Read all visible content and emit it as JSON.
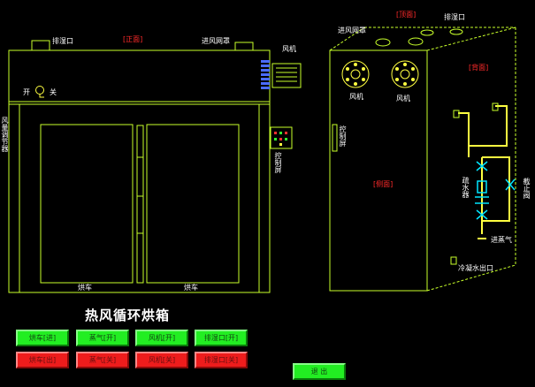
{
  "title": "热风循环烘箱",
  "front": {
    "view_label": "[正面]",
    "exhaust_label": "排湿口",
    "air_intake_label": "进风网罩",
    "fan_label": "风机",
    "switch_on": "开",
    "switch_off": "关",
    "adjuster_label": "风量调节器",
    "control_panel_label": "控制屏",
    "cart_left": "烘车",
    "cart_right": "烘车"
  },
  "side": {
    "air_intake_label": "进风网罩",
    "exhaust_label": "排湿口",
    "top_label": "[顶面]",
    "back_label": "[背面]",
    "side_label": "[侧面]",
    "fan1_label": "风机",
    "fan2_label": "风机",
    "control_panel_label": "控制屏",
    "trap_label": "疏水器",
    "stop_valve_label": "截止阀",
    "steam_inlet_label": "进蒸气",
    "condensate_label": "冷凝水出口"
  },
  "buttons_on": [
    {
      "label": "烘车[进]",
      "state": "on"
    },
    {
      "label": "蒸气[开]",
      "state": "on"
    },
    {
      "label": "风机[开]",
      "state": "on"
    },
    {
      "label": "排湿口[开]",
      "state": "on"
    }
  ],
  "buttons_off": [
    {
      "label": "烘车[出]",
      "state": "off"
    },
    {
      "label": "蒸气[关]",
      "state": "off"
    },
    {
      "label": "风机[关]",
      "state": "off"
    },
    {
      "label": "排湿口[关]",
      "state": "off"
    }
  ],
  "exit_button": {
    "label": "退 出"
  },
  "colors": {
    "outline": "#c8ff2a",
    "pipe": "#ffff40",
    "valve": "#00e5ff",
    "on": "#22ee22",
    "off": "#ee1c1c"
  }
}
